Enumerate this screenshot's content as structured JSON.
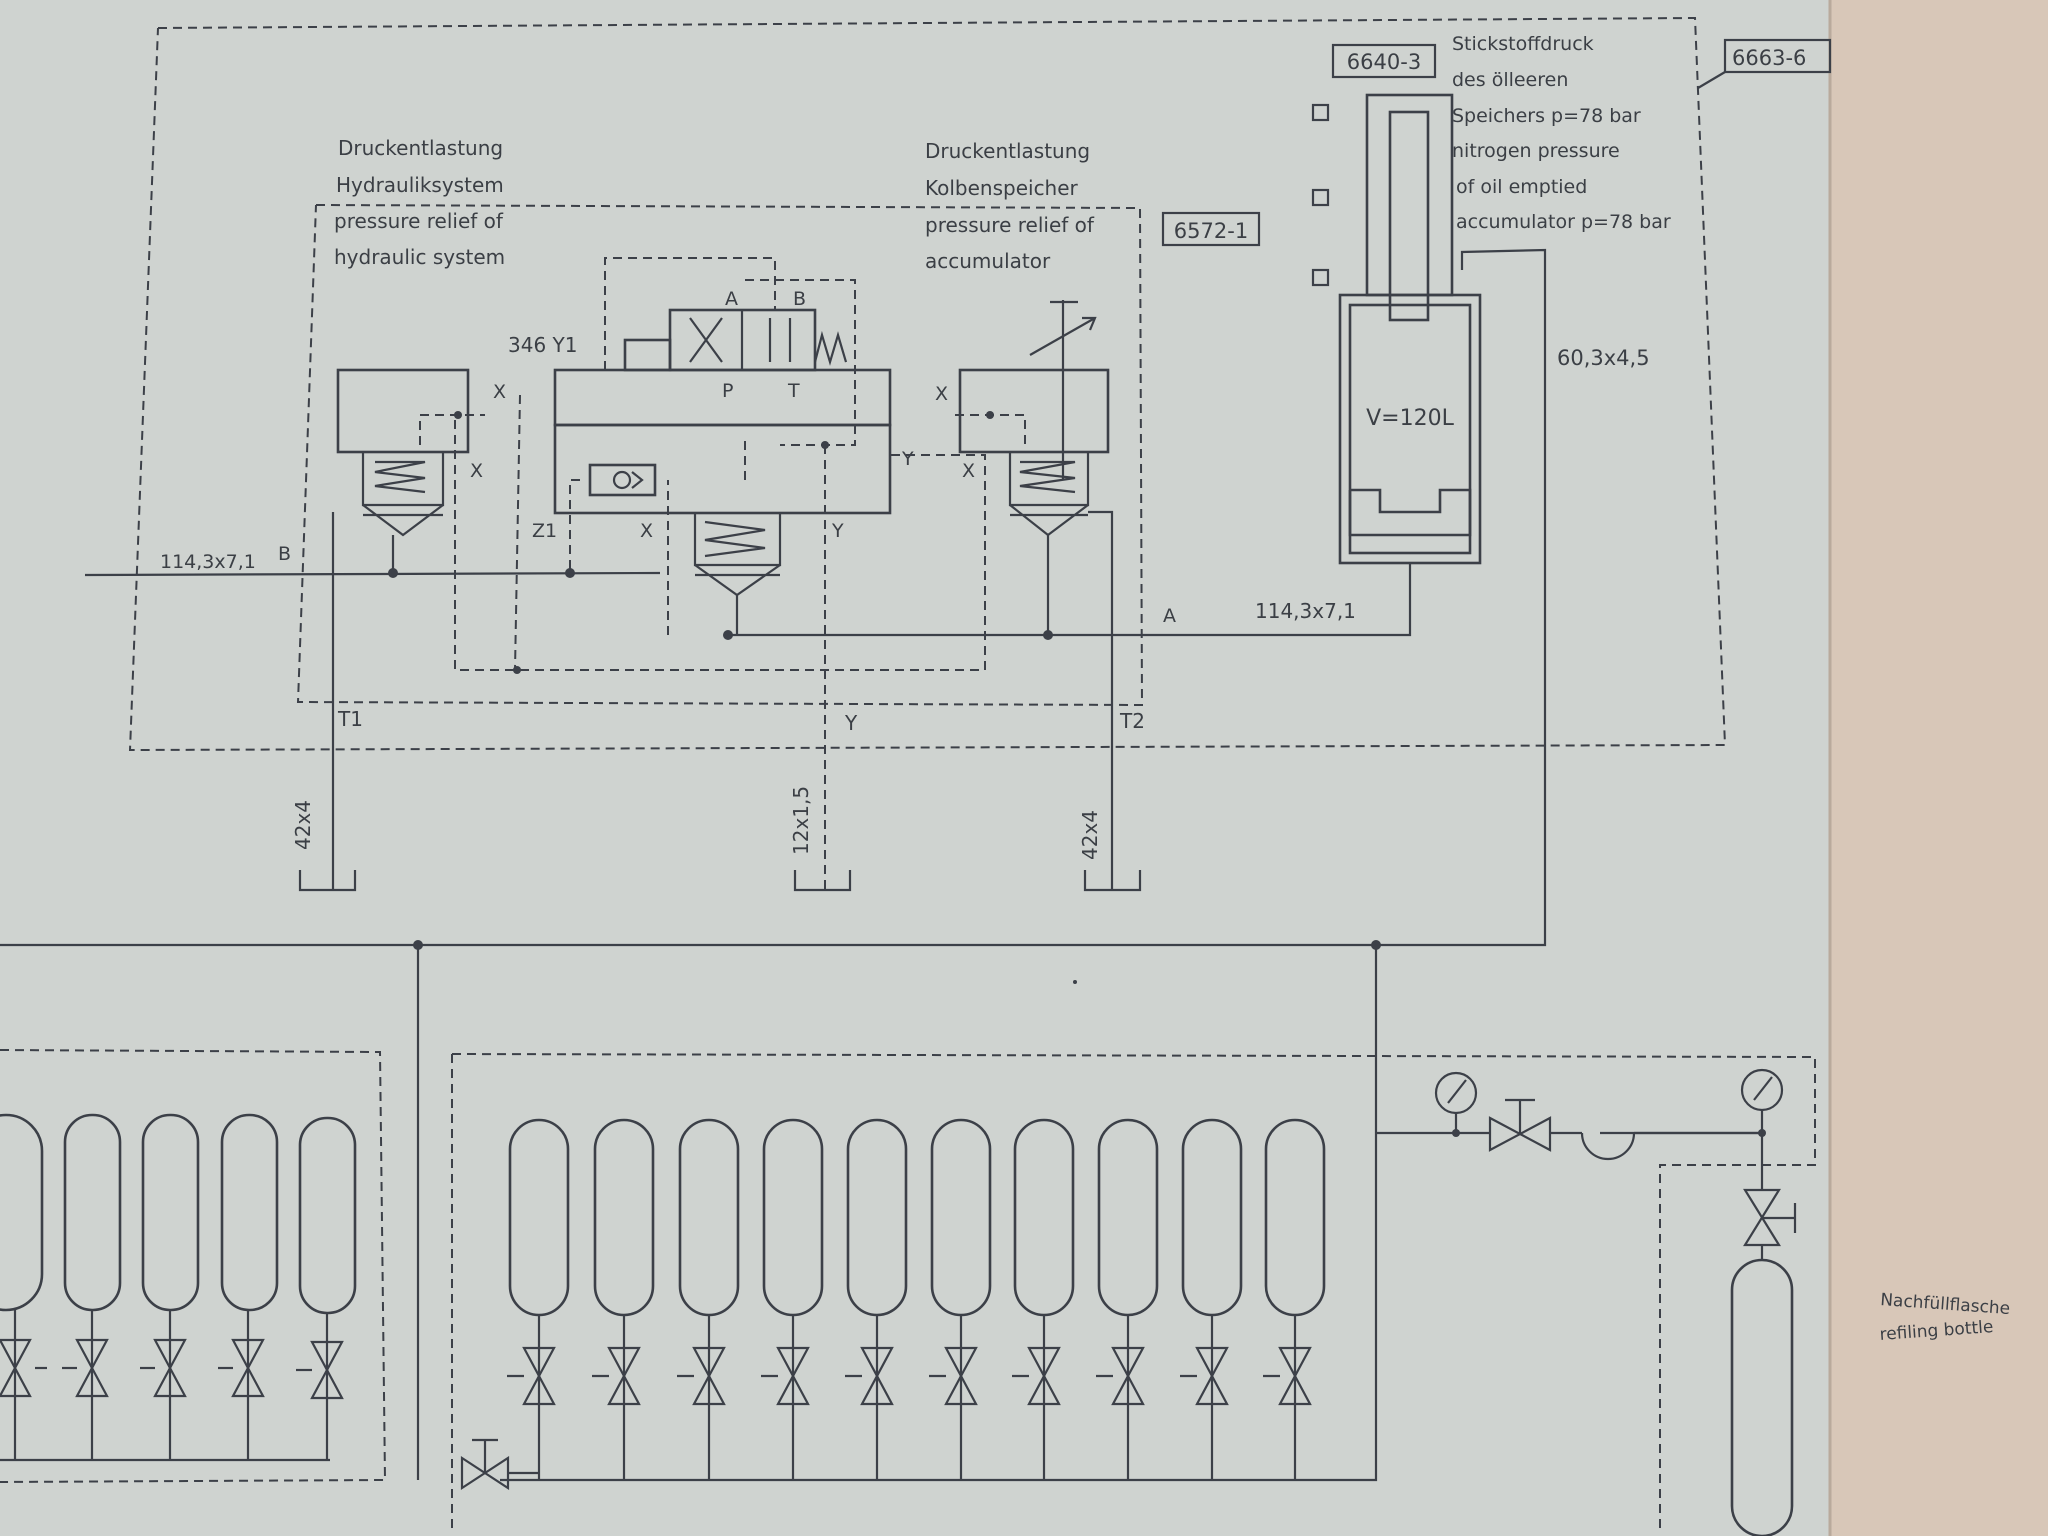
{
  "colors": {
    "paper": "#cfd3d0",
    "ink": "#3c4048",
    "edge": "#d8c7b8"
  },
  "tags": {
    "t1": "6640-3",
    "t2": "6663-6",
    "t3": "6572-1"
  },
  "relief_hydraulic": {
    "de1": "Druckentlastung",
    "de2": "Hydrauliksystem",
    "en1": "pressure relief of",
    "en2": "hydraulic system"
  },
  "relief_accumulator": {
    "de1": "Druckentlastung",
    "de2": "Kolbenspeicher",
    "en1": "pressure relief of",
    "en2": "accumulator"
  },
  "nitrogen_note": {
    "l1": "Stickstoffdruck",
    "l2": "des ölleeren",
    "l3": "Speichers p=78 bar",
    "l4": "nitrogen pressure",
    "l5": "of oil emptied",
    "l6": "accumulator p=78 bar"
  },
  "refill_note": {
    "l1": "Nachfüllflasche",
    "l2": "refiling bottle"
  },
  "accumulator": {
    "volume": "V=120L"
  },
  "pipes": {
    "main_in": "114,3x7,1",
    "main_out": "114,3x7,1",
    "gas": "60,3x4,5",
    "drain1": "42x4",
    "drain2": "12x1,5",
    "drain3": "42x4"
  },
  "valve": {
    "coil": "346 Y1"
  },
  "ports": {
    "A": "A",
    "B": "B",
    "P": "P",
    "T": "T",
    "X": "X",
    "Y": "Y",
    "Z1": "Z1",
    "T1": "T1",
    "T2": "T2"
  }
}
